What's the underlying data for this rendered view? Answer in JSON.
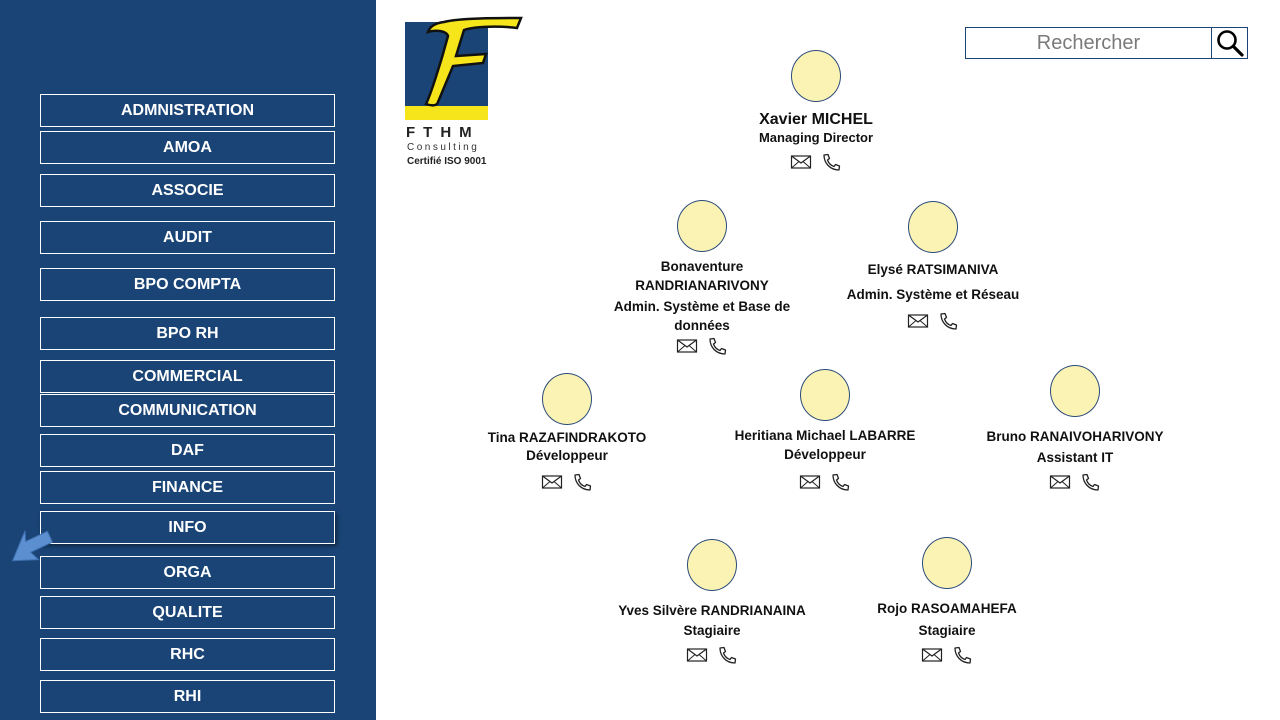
{
  "sidebar": {
    "items": [
      {
        "label": "ADMNISTRATION"
      },
      {
        "label": "AMOA"
      },
      {
        "label": "ASSOCIE"
      },
      {
        "label": "AUDIT"
      },
      {
        "label": "BPO COMPTA"
      },
      {
        "label": "BPO RH"
      },
      {
        "label": "COMMERCIAL"
      },
      {
        "label": "COMMUNICATION"
      },
      {
        "label": "DAF"
      },
      {
        "label": "FINANCE"
      },
      {
        "label": "INFO"
      },
      {
        "label": "ORGA"
      },
      {
        "label": "QUALITE"
      },
      {
        "label": "RHC"
      },
      {
        "label": "RHI"
      }
    ],
    "active_item": "INFO"
  },
  "logo": {
    "letter": "F",
    "name": "FTHM",
    "subtitle": "Consulting",
    "certification": "Certifié ISO 9001"
  },
  "search": {
    "placeholder": "Rechercher",
    "icon": "magnifier-icon"
  },
  "org_chart": {
    "people": [
      {
        "name": "Xavier MICHEL",
        "role": "Managing Director"
      },
      {
        "name": "Bonaventure RANDRIANARIVONY",
        "role": "Admin. Système et Base de données"
      },
      {
        "name": "Elysé RATSIMANIVA",
        "role": "Admin. Système et Réseau"
      },
      {
        "name": "Tina RAZAFINDRAKOTO",
        "role": "Développeur"
      },
      {
        "name": "Heritiana Michael LABARRE",
        "role": "Développeur"
      },
      {
        "name": "Bruno RANAIVOHARIVONY",
        "role": "Assistant IT"
      },
      {
        "name": "Yves Silvère RANDRIANAINA",
        "role": "Stagiaire"
      },
      {
        "name": "Rojo RASOAMAHEFA",
        "role": "Stagiaire"
      }
    ],
    "contact_icons": [
      "envelope-icon",
      "phone-icon"
    ]
  },
  "colors": {
    "sidebar_bg": "#1a4475",
    "avatar_fill": "#fbf3b3",
    "logo_yellow": "#f5e51a",
    "arrow_blue": "#5b8fd0"
  }
}
